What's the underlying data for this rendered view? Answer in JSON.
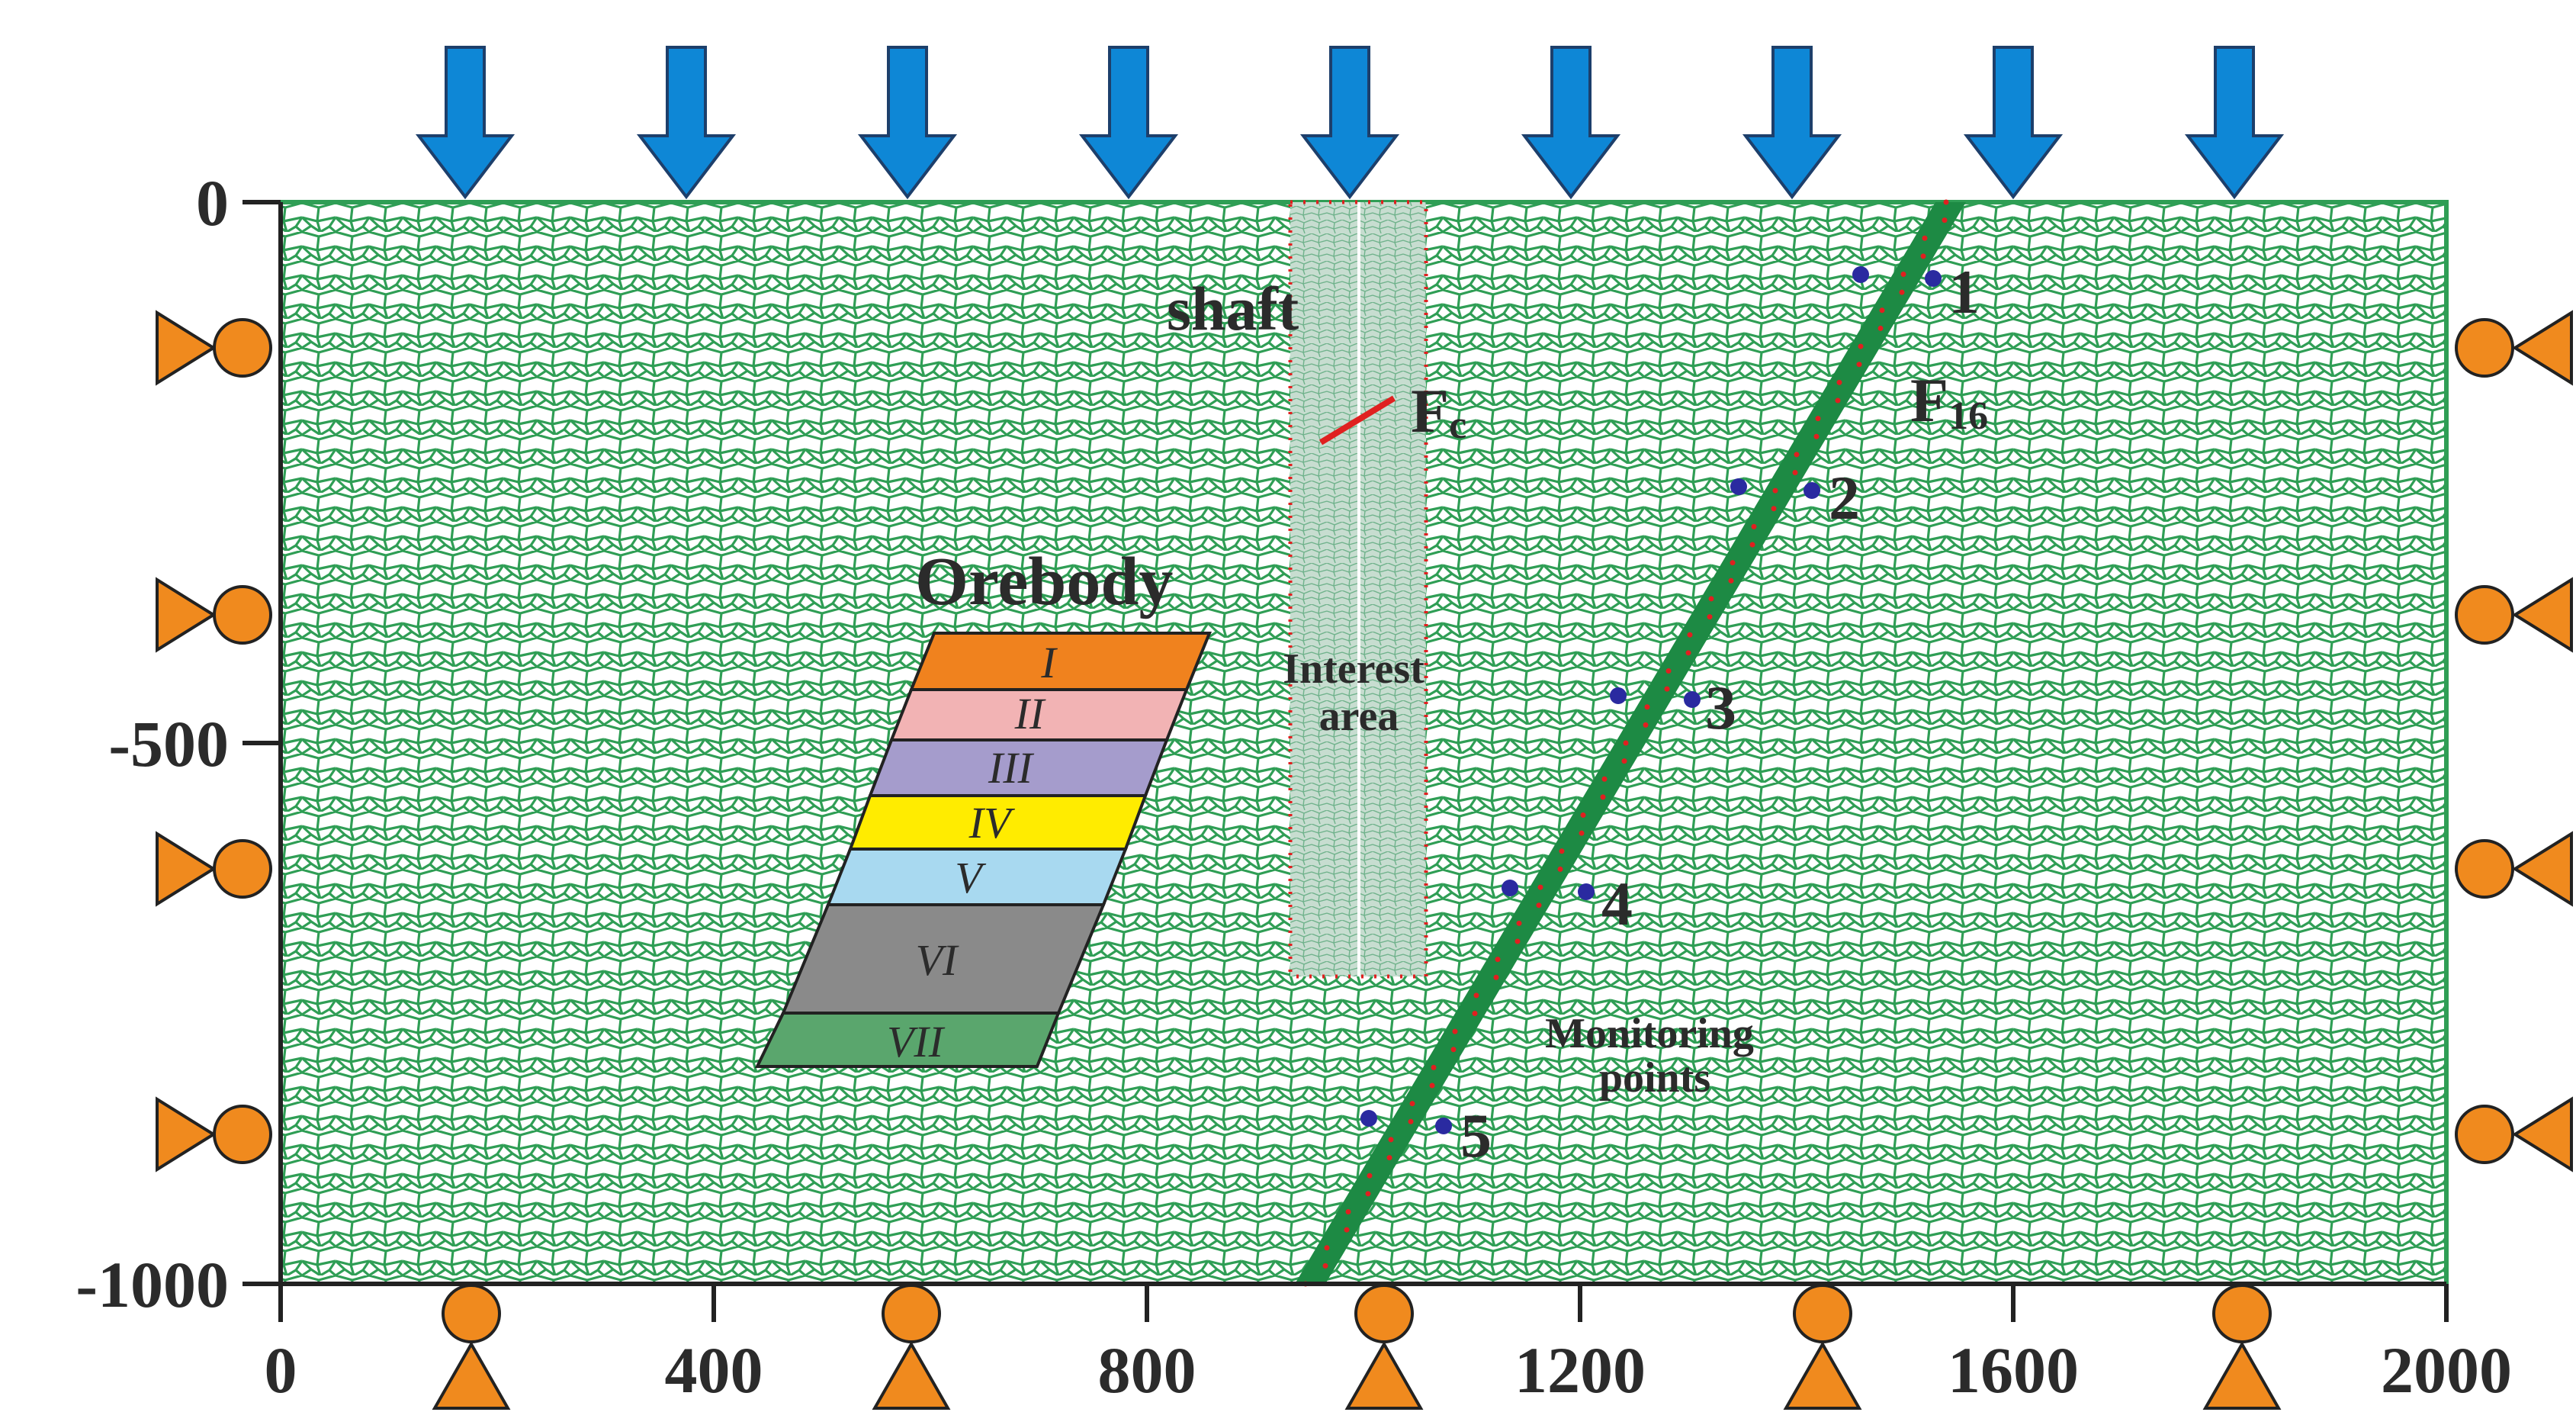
{
  "axes": {
    "x_ticks": [
      "0",
      "400",
      "800",
      "1200",
      "1600",
      "2000"
    ],
    "y_ticks": [
      "0",
      "-500",
      "-1000"
    ],
    "x_range": [
      0,
      2000
    ],
    "y_range": [
      -1000,
      0
    ]
  },
  "labels": {
    "shaft": "shaft",
    "fault_force": "F",
    "fault_force_sub": "c",
    "fault": "F",
    "fault_sub": "16",
    "orebody": "Orebody",
    "interest_area": [
      "Interest",
      "area"
    ],
    "monitoring_points": [
      "Monitoring",
      "points"
    ]
  },
  "orebody_layers": [
    {
      "label": "I",
      "color": "#f0821e"
    },
    {
      "label": "II",
      "color": "#f2b3b4"
    },
    {
      "label": "III",
      "color": "#a59ccc"
    },
    {
      "label": "IV",
      "color": "#ffec00"
    },
    {
      "label": "V",
      "color": "#a8d9f0"
    },
    {
      "label": "VI",
      "color": "#8a8a8a"
    },
    {
      "label": "VII",
      "color": "#5aa66d"
    }
  ],
  "monitoring_points": [
    "1",
    "2",
    "3",
    "4",
    "5"
  ],
  "load_arrow_count": 9,
  "colors": {
    "mesh_bg": "#2f9e55",
    "mesh_line": "#b8e6c4",
    "fault_band": "#1d8a44",
    "shaft_fill": "#b9d7c6",
    "arrow": "#0e87d6",
    "support": "#f08a1e",
    "point": "#2a2aa0",
    "dots_red": "#e02020"
  }
}
